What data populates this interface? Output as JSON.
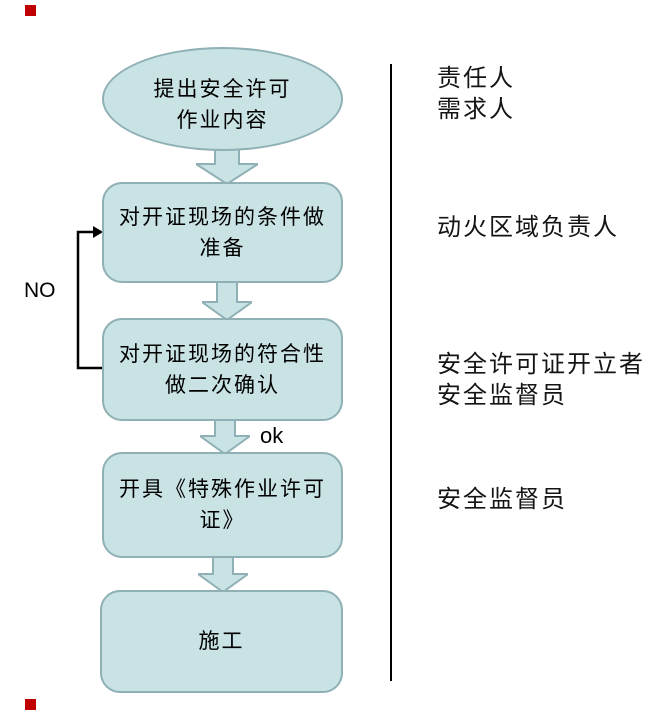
{
  "diagram": {
    "type": "flowchart",
    "nodes": [
      {
        "id": "start",
        "shape": "ellipse",
        "lines": [
          "提出安全许可",
          "作业内容"
        ]
      },
      {
        "id": "prepare",
        "shape": "rounded-rect",
        "lines": [
          "对开证现场的条件做",
          "准备"
        ]
      },
      {
        "id": "reconfirm",
        "shape": "rounded-rect",
        "lines": [
          "对开证现场的符合性",
          "做二次确认"
        ]
      },
      {
        "id": "issue-permit",
        "shape": "rounded-rect",
        "lines": [
          "开具《特殊作业许可",
          "证》"
        ]
      },
      {
        "id": "construction",
        "shape": "rounded-rect",
        "lines": [
          "施工"
        ]
      }
    ],
    "edge_labels": {
      "no": "NO",
      "ok": "ok"
    },
    "roles": [
      {
        "lines": [
          "责任人",
          "需求人"
        ]
      },
      {
        "lines": [
          "动火区域负责人"
        ]
      },
      {
        "lines": [
          "安全许可证开立者",
          "安全监督员"
        ]
      },
      {
        "lines": [
          "安全监督员"
        ]
      }
    ],
    "colors": {
      "shape_fill": "#c9e2e4",
      "shape_border": "#8fb0b4",
      "text": "#000000",
      "divider": "#000000",
      "corner_marker": "#c00000"
    }
  }
}
